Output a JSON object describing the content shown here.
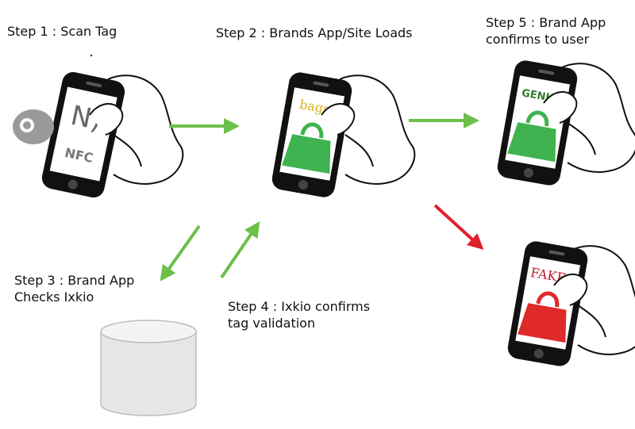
{
  "steps": {
    "step1": "Step 1 : Scan Tag",
    "step2": "Step 2 : Brands App/Site Loads",
    "step5_line1": "Step 5 : Brand App",
    "step5_line2": "confirms to user",
    "step3_line1": "Step 3 : Brand App",
    "step3_line2": "Checks Ixkio",
    "step4_line1": "Step 4 : Ixkio confirms",
    "step4_line2": "tag validation"
  },
  "screens": {
    "nfc_text": "NFC",
    "brand_text": "bagsco",
    "genuine_text": "GENUINE",
    "fake_text": "FAKE !"
  },
  "colors": {
    "arrow_green": "#6cc04a",
    "arrow_red": "#e0202a",
    "bag_green": "#3fb34f",
    "bag_red": "#e02a2a",
    "brand_yellow": "#d9b21c",
    "genuine_green": "#2f7d2f",
    "fake_red": "#c0182a"
  }
}
